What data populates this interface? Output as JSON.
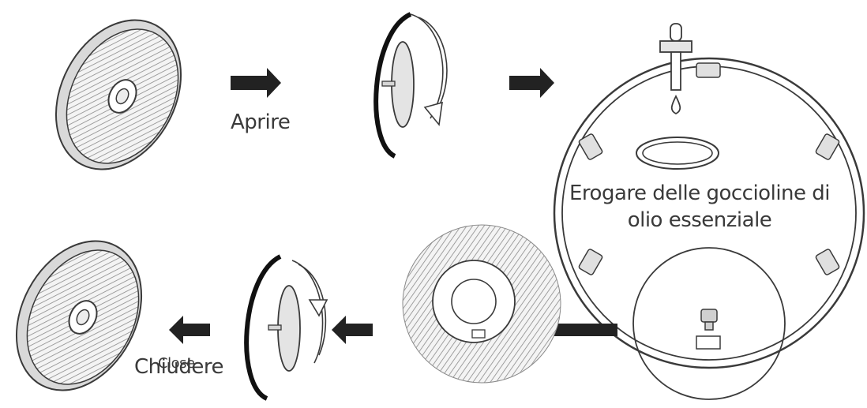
{
  "labels": {
    "open": "Aprire",
    "drip_line1": "Erogare delle goccioline di",
    "drip_line2": "olio essenziale",
    "close": "Chiudere",
    "close_overlay": "Close"
  },
  "colors": {
    "line": "#3a3a3a",
    "fill_light": "#ececec",
    "fill_mid": "#d6d6d6",
    "arrow": "#222222",
    "text": "#3a3a3a"
  }
}
